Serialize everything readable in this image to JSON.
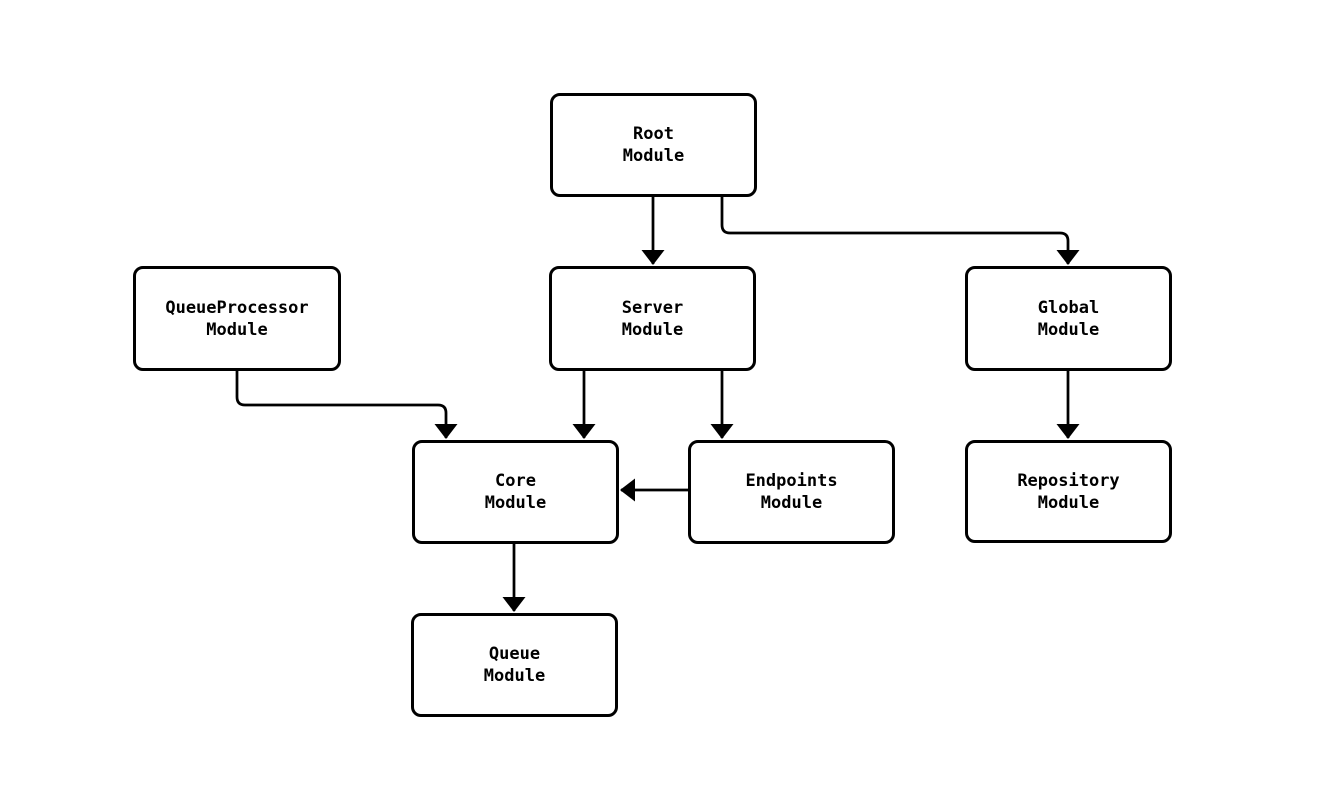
{
  "diagram": {
    "type": "flowchart",
    "background_color": "#ffffff",
    "node_border_color": "#000000",
    "node_fill_color": "#ffffff",
    "edge_color": "#000000",
    "text_color": "#000000",
    "nodes": {
      "root": {
        "label": "Root\nModule"
      },
      "server": {
        "label": "Server\nModule"
      },
      "queueprocessor": {
        "label": "QueueProcessor\nModule"
      },
      "global": {
        "label": "Global\nModule"
      },
      "core": {
        "label": "Core\nModule"
      },
      "endpoints": {
        "label": "Endpoints\nModule"
      },
      "repository": {
        "label": "Repository\nModule"
      },
      "queue": {
        "label": "Queue\nModule"
      }
    },
    "edges": [
      {
        "from": "root",
        "to": "server",
        "style": "arrow"
      },
      {
        "from": "root",
        "to": "global",
        "style": "arrow"
      },
      {
        "from": "queueprocessor",
        "to": "core",
        "style": "arrow"
      },
      {
        "from": "server",
        "to": "core",
        "style": "arrow"
      },
      {
        "from": "server",
        "to": "endpoints",
        "style": "arrow"
      },
      {
        "from": "endpoints",
        "to": "core",
        "style": "arrow"
      },
      {
        "from": "global",
        "to": "repository",
        "style": "arrow"
      },
      {
        "from": "core",
        "to": "queue",
        "style": "arrow"
      }
    ]
  }
}
